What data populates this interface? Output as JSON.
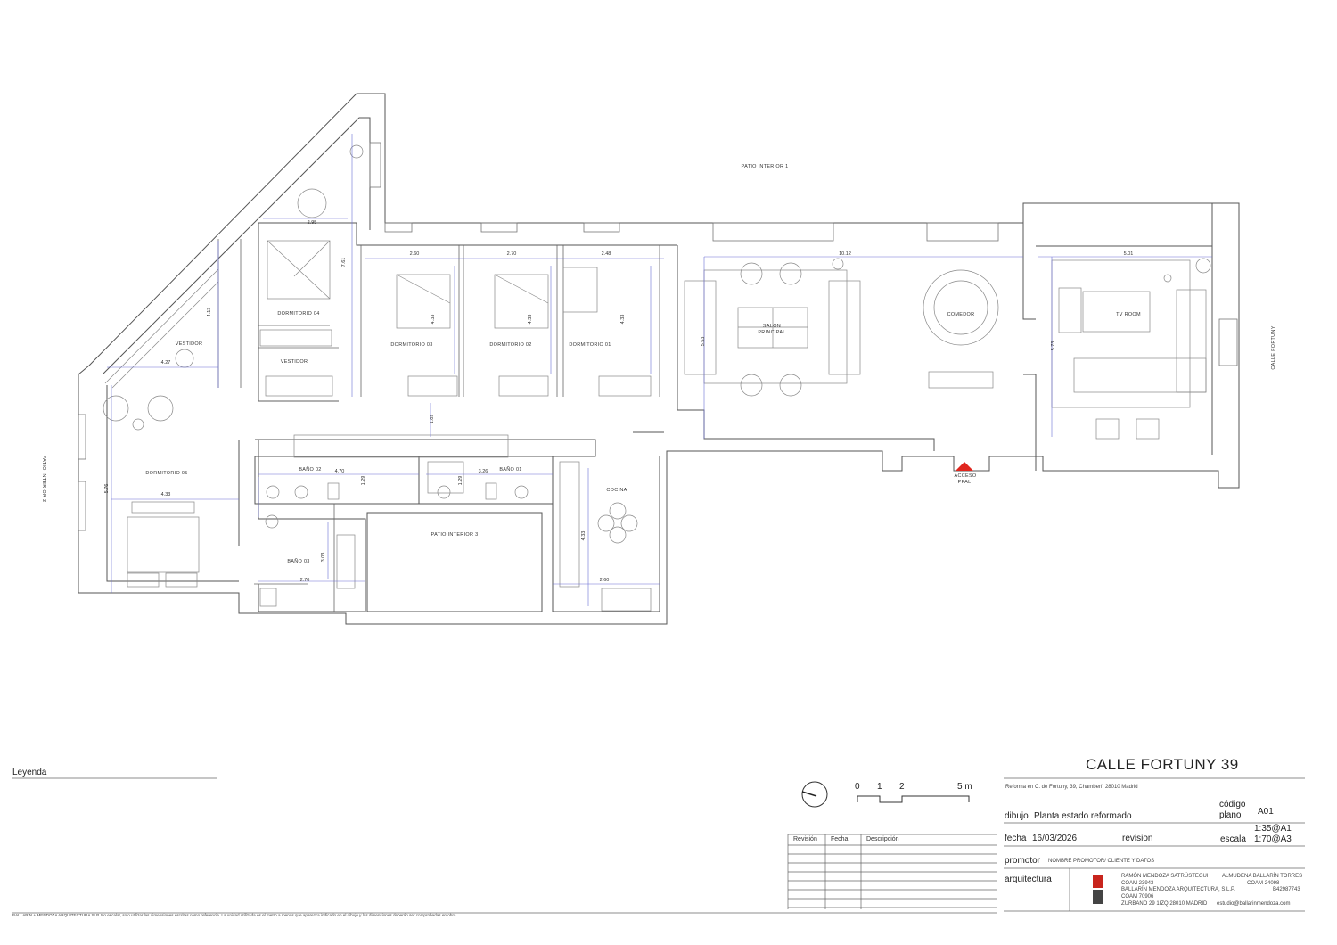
{
  "plan": {
    "rooms": {
      "patio_interior_1": "PATIO INTERIOR 1",
      "patio_interior_2": "PATIO INTERIOR 2",
      "patio_interior_3": "PATIO INTERIOR 3",
      "calle_fortuny": "CALLE FORTUNY",
      "dormitorio_04": "DORMITORIO 04",
      "dormitorio_03": "DORMITORIO 03",
      "dormitorio_02": "DORMITORIO 02",
      "dormitorio_01": "DORMITORIO 01",
      "dormitorio_05": "DORMITORIO 05",
      "vestidor_a": "VESTIDOR",
      "vestidor_b": "VESTIDOR",
      "salon_line1": "SALÓN",
      "salon_line2": "PRINCIPAL",
      "comedor": "COMEDOR",
      "tv_room": "TV ROOM",
      "bano_02": "BAÑO 02",
      "bano_01": "BAÑO 01",
      "bano_03": "BAÑO 03",
      "cocina": "COCINA",
      "acceso_line1": "ACCESO",
      "acceso_line2": "PPAL."
    },
    "dims": {
      "d_295": "2.95",
      "d_761": "7.61",
      "d_413": "4.13",
      "d_427": "4.27",
      "d_260": "2.60",
      "d_270a": "2.70",
      "d_248": "2.48",
      "d_1012": "10.12",
      "d_501": "5.01",
      "d_433a": "4.33",
      "d_433b": "4.33",
      "d_433c": "4.33",
      "d_553": "5.53",
      "d_573": "5.73",
      "d_109": "1.09",
      "d_470": "4.70",
      "d_326": "3.26",
      "d_129a": "1.29",
      "d_129b": "1.29",
      "d_576": "5.76",
      "d_433d": "4.33",
      "d_303": "3.03",
      "d_270b": "2.70",
      "d_433e": "4.33",
      "d_260b": "2.60"
    }
  },
  "legend": {
    "title": "Leyenda"
  },
  "scale_bar": {
    "t0": "0",
    "t1": "1",
    "t2": "2",
    "t5": "5 m"
  },
  "revision_table": {
    "col1": "Revisión",
    "col2": "Fecha",
    "col3": "Descripción"
  },
  "title_block": {
    "project_title": "CALLE FORTUNY 39",
    "project_subtitle": "Reforma en C. de Fortuny, 39, Chamberí, 28010 Madrid",
    "dibujo_label": "dibujo",
    "dibujo_value": "Planta estado reformado",
    "codigo_label_1": "código",
    "codigo_label_2": "plano",
    "codigo_value": "A01",
    "fecha_label": "fecha",
    "fecha_value": "16/03/2026",
    "revision_label": "revision",
    "escala_label": "escala",
    "escala_value_1": "1:35@A1",
    "escala_value_2": "1:70@A3",
    "promotor_label": "promotor",
    "promotor_value": "NOMBRE PROMOTOR/ CLIENTE Y DATOS",
    "arquitectura_label": "arquitectura",
    "arch1_name": "RAMÓN MENDOZA SATRÚSTEGUI",
    "arch1_coam": "COAM 23943",
    "arch2_name": "ALMUDENA BALLARÍN TORRES",
    "arch2_coam": "COAM 24098",
    "firm_name": "BALLARÍN MENDOZA ARQUITECTURA, S.L.P.",
    "firm_cif": "B42987743",
    "firm_coam": "COAM 70906",
    "firm_address": "ZURBANO 29 1IZQ.28010 MADRID",
    "firm_email": "estudio@ballarinmendoza.com"
  },
  "footer_note": "BALLARÍN + MENDOZA ARQUITECTURA SLP. No escalar, solo utilizar las dimensiones escritas como referencia. La unidad utilizada es el metro a menos que aparezca indicado en el dibujo y las dimensiones deberán ser comprobadas en obra."
}
